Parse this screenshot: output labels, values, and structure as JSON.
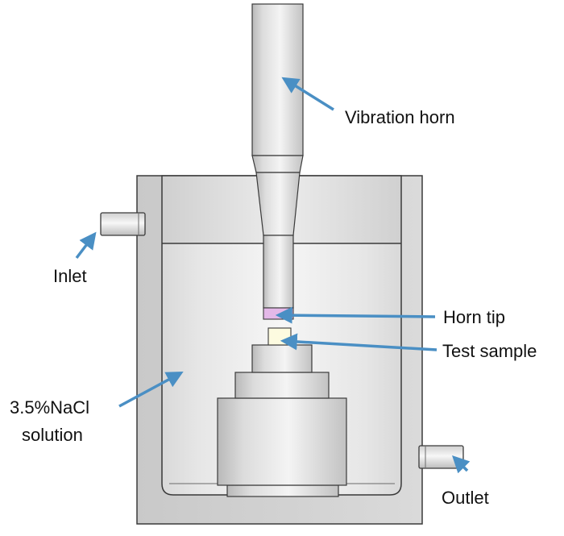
{
  "labels": {
    "vibration_horn": "Vibration horn",
    "inlet": "Inlet",
    "horn_tip": "Horn tip",
    "test_sample": "Test sample",
    "solution_line1": "3.5%NaCl",
    "solution_line2": "solution",
    "outlet": "Outlet"
  },
  "colors": {
    "arrow": "#4a8fc4",
    "tip_band": "#e4b8e8",
    "sample": "#fdfbe0",
    "outline": "#3a3a3a"
  }
}
